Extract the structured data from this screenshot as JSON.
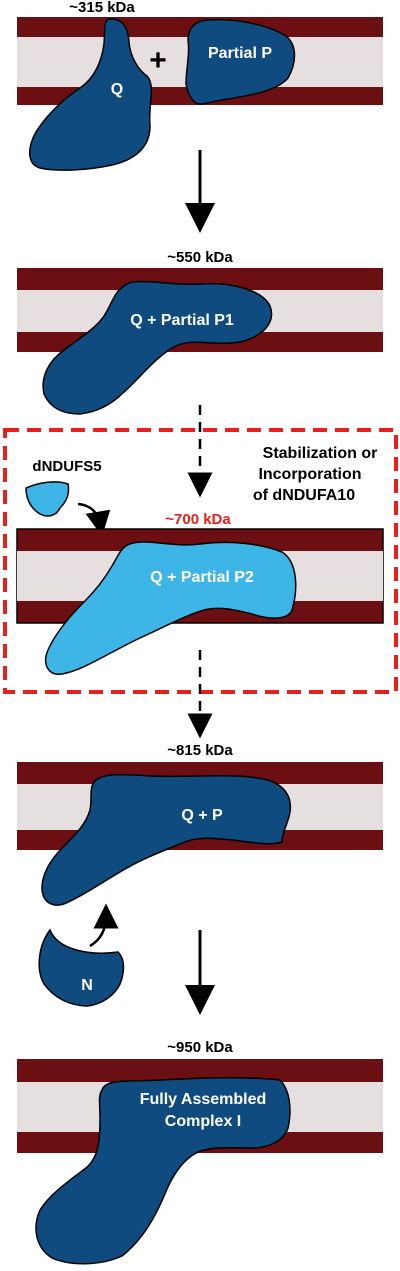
{
  "colors": {
    "membrane_outer": "#6b0f12",
    "membrane_inner": "#e6dfe0",
    "subunit_dark": "#0f4b7e",
    "subunit_light": "#3db5e6",
    "highlight_red": "#e8201c",
    "arrow": "#000000"
  },
  "stages": {
    "s1": {
      "mass": "~315 kDa",
      "left_label": "Q",
      "plus": "+",
      "right_label": "Partial P"
    },
    "s2": {
      "mass": "~550 kDa",
      "label": "Q + Partial P1"
    },
    "s3": {
      "mass": "~700 kDa",
      "label": "Q + Partial P2",
      "side_subunit": "dNDUFS5",
      "note_line1": "Stabilization  or",
      "note_line2": "Incorporation",
      "note_line3": "of dNDUFA10"
    },
    "s4": {
      "mass": "~815 kDa",
      "label": "Q + P",
      "side_subunit": "N"
    },
    "s5": {
      "mass": "~950 kDa",
      "label_line1": "Fully Assembled",
      "label_line2": "Complex I"
    }
  }
}
